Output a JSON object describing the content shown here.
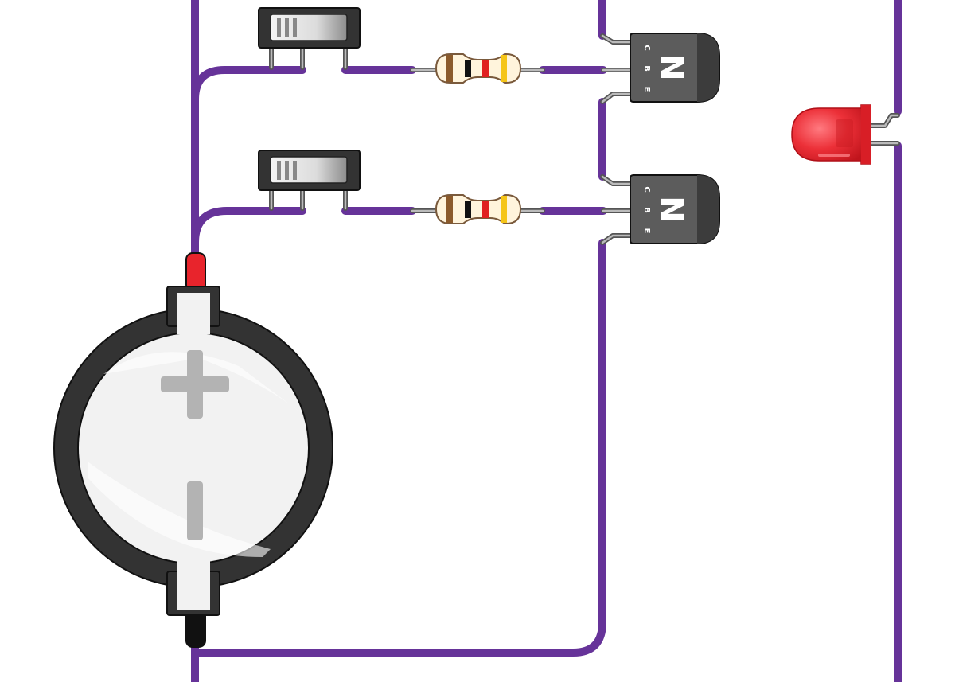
{
  "transistors": [
    {
      "type_letter": "N",
      "pins": [
        "C",
        "B",
        "E"
      ]
    },
    {
      "type_letter": "N",
      "pins": [
        "C",
        "B",
        "E"
      ]
    }
  ],
  "battery": {
    "positive_symbol": "+",
    "negative_symbol": "−"
  },
  "resistors": [
    {
      "bands": [
        "#8b5a2b",
        "#111111",
        "#e02020",
        "#f5c518"
      ]
    },
    {
      "bands": [
        "#8b5a2b",
        "#111111",
        "#e02020",
        "#f5c518"
      ]
    }
  ],
  "colors": {
    "wire": "#663399",
    "component_body": "#555555",
    "led": "#e8242c",
    "battery_positive": "#e8242c",
    "battery_negative": "#111111"
  }
}
